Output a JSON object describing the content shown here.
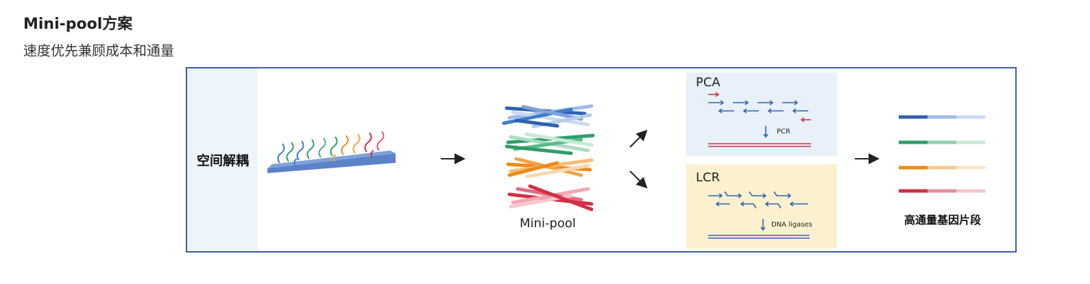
{
  "header": {
    "title": "Mini-pool方案",
    "subtitle": "速度优先兼顾成本和通量"
  },
  "diagram": {
    "left_label": "空间解耦",
    "pool_label": "Mini-pool",
    "pca": {
      "title": "PCA",
      "step": "PCR"
    },
    "lcr": {
      "title": "LCR",
      "step": "DNA ligases"
    },
    "result_label": "高通量基因片段"
  },
  "colors": {
    "frame_border": "#3a5d9c",
    "left_panel_bg": "#eef4fb",
    "pca_bg": "#e8f0fa",
    "lcr_bg": "#fcf1cf",
    "blue": "#2e62b0",
    "green": "#2f9e6a",
    "orange": "#ef8a17",
    "red": "#d32f45"
  }
}
